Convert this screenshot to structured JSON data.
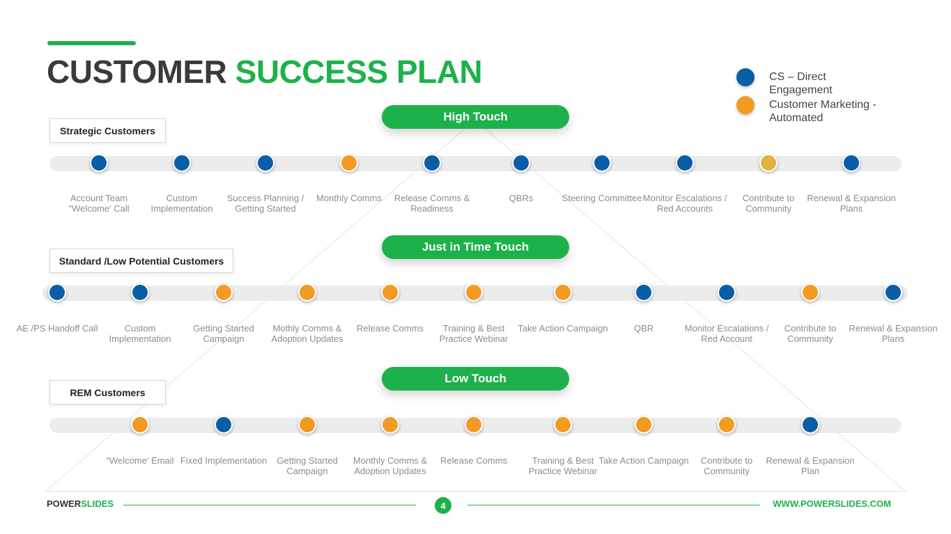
{
  "title": {
    "part1": "CUSTOMER",
    "part2": "SUCCESS PLAN"
  },
  "colors": {
    "direct": "#0a5ea8",
    "automated": "#f39a23",
    "community": "#e2b23e",
    "accent": "#1db14b"
  },
  "legend": [
    {
      "label": "CS – Direct Engagement",
      "color": "#0a5ea8"
    },
    {
      "label": "Customer Marketing - Automated",
      "color": "#f39a23"
    }
  ],
  "sections": [
    {
      "label": "Strategic Customers",
      "touch": "High Touch",
      "steps": [
        {
          "text": "Account Team \"Welcome' Call",
          "type": "direct"
        },
        {
          "text": "Custom Implementation",
          "type": "direct"
        },
        {
          "text": "Success Planning / Getting Started",
          "type": "direct"
        },
        {
          "text": "Monthly Comms",
          "type": "automated"
        },
        {
          "text": "Release Comms & Readiness",
          "type": "direct"
        },
        {
          "text": "QBRs",
          "type": "direct"
        },
        {
          "text": "Steering Committee",
          "type": "direct"
        },
        {
          "text": "Monitor Escalations / Red Accounts",
          "type": "direct"
        },
        {
          "text": "Contribute to Community",
          "type": "community"
        },
        {
          "text": "Renewal & Expansion Plans",
          "type": "direct"
        }
      ]
    },
    {
      "label": "Standard /Low Potential Customers",
      "touch": "Just in Time Touch",
      "steps": [
        {
          "text": "AE /PS Handoff Call",
          "type": "direct"
        },
        {
          "text": "Custom Implementation",
          "type": "direct"
        },
        {
          "text": "Getting Started Campaign",
          "type": "automated"
        },
        {
          "text": "Mothly Comms & Adoption Updates",
          "type": "automated"
        },
        {
          "text": "Release Comms",
          "type": "automated"
        },
        {
          "text": "Training & Best Practice Webinar",
          "type": "automated"
        },
        {
          "text": "Take Action Campaign",
          "type": "automated"
        },
        {
          "text": "QBR",
          "type": "direct"
        },
        {
          "text": "Monitor Escalations / Red Account",
          "type": "direct"
        },
        {
          "text": "Contribute to Community",
          "type": "automated"
        },
        {
          "text": "Renewal & Expansion Plans",
          "type": "direct"
        }
      ]
    },
    {
      "label": "REM Customers",
      "touch": "Low Touch",
      "steps": [
        {
          "text": "\"Welcome' Email",
          "type": "automated"
        },
        {
          "text": "Fixed Implementation",
          "type": "direct"
        },
        {
          "text": "Getting Started Campaign",
          "type": "automated"
        },
        {
          "text": "Monthly Comms & Adoption Updates",
          "type": "automated"
        },
        {
          "text": "Release Comms",
          "type": "automated"
        },
        {
          "text": "Training & Best Practice Webinar",
          "type": "automated"
        },
        {
          "text": "Take Action Campaign",
          "type": "automated"
        },
        {
          "text": "Contribute to Community",
          "type": "automated"
        },
        {
          "text": "Renewal & Expansion Plan",
          "type": "direct"
        }
      ]
    }
  ],
  "footer": {
    "brand1": "POWER",
    "brand2": "SLIDES",
    "page": "4",
    "url": "WWW.POWERSLIDES.COM"
  }
}
